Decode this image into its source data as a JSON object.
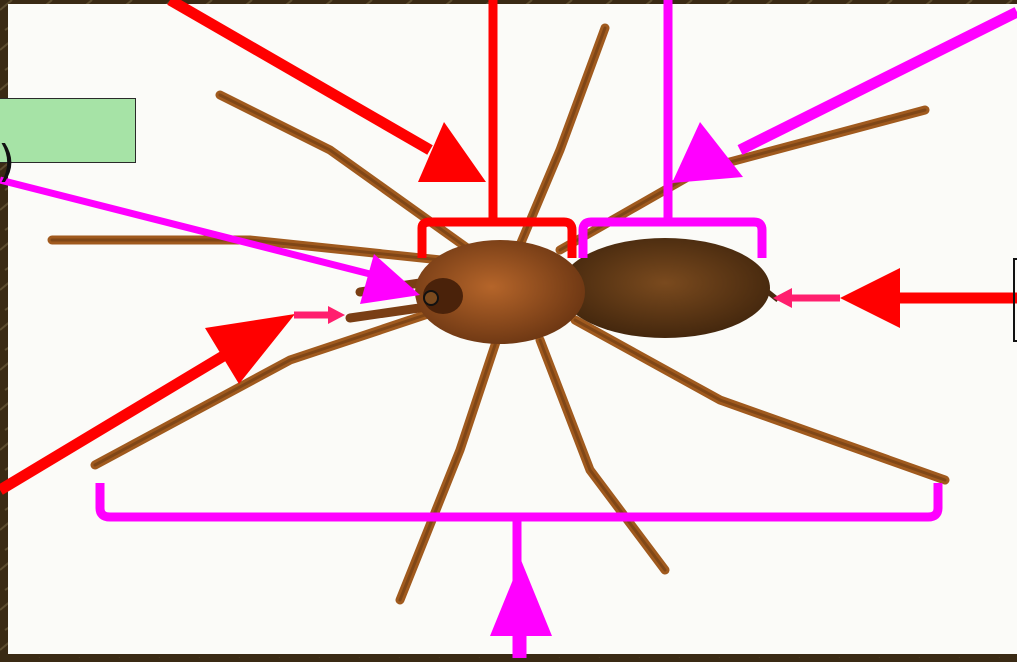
{
  "colors": {
    "red_arrow": "#ff0000",
    "magenta_arrow": "#ff00ff",
    "pink_small_arrow": "#ff1f6e",
    "background_rock": "#3a2a14",
    "photo_background": "#ffffff",
    "spider_body": "#8a4a18",
    "abdomen": "#5a3414",
    "label_box_fill": "#a6e3a6"
  },
  "labels": {
    "left_box_text": "",
    "paren_text": ")"
  },
  "subject": "spider",
  "parts_pointed": [
    "cephalothorax-bracket",
    "abdomen-bracket",
    "eye-point",
    "chelicerae-point",
    "spinnerets-point",
    "legs-bracket"
  ]
}
